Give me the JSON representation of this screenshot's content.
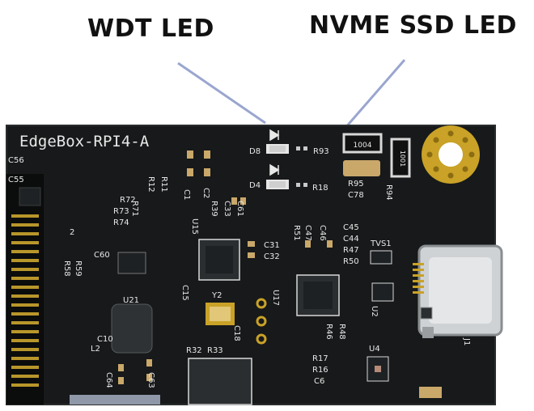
{
  "callouts": {
    "wdt_led": "WDT LED",
    "nvme_led": "NVME SSD LED"
  },
  "board": {
    "silkscreen_title": "EdgeBox-RPI4-A",
    "labels": {
      "c56": "C56",
      "c55": "C55",
      "d8": "D8",
      "d4": "D4",
      "r93": "R93",
      "r18": "R18",
      "r95": "R95",
      "c78": "C78",
      "r94": "R94",
      "r11": "R11",
      "r12": "R12",
      "c1": "C1",
      "c2": "C2",
      "r71": "R71",
      "r72": "R72",
      "r73": "R73",
      "r74": "R74",
      "r39": "R39",
      "c33": "C33",
      "c61": "C61",
      "u15": "U15",
      "c31": "C31",
      "c32": "C32",
      "c45": "C45",
      "c44": "C44",
      "r47": "R47",
      "r50": "R50",
      "r51": "R51",
      "c47": "C47",
      "c46": "C46",
      "tvs1": "TVS1",
      "c60": "C60",
      "r59": "R59",
      "r58": "R58",
      "u21": "U21",
      "c15": "C15",
      "y2": "Y2",
      "c18": "C18",
      "u17": "U17",
      "r46": "R46",
      "r48": "R48",
      "u2": "U2",
      "j1": "J1",
      "r32": "R32",
      "r33": "R33",
      "u4": "U4",
      "r17": "R17",
      "r16": "R16",
      "c6": "C6",
      "l2": "L2",
      "c10": "C10",
      "c64": "C64",
      "c63": "C63",
      "res_1004": "1004",
      "res_1001": "1001",
      "two": "2"
    }
  },
  "colors": {
    "pcb": "#17191a",
    "silk": "#e8e8e8",
    "gold": "#c9a227",
    "leader": "#9aa6cf"
  }
}
